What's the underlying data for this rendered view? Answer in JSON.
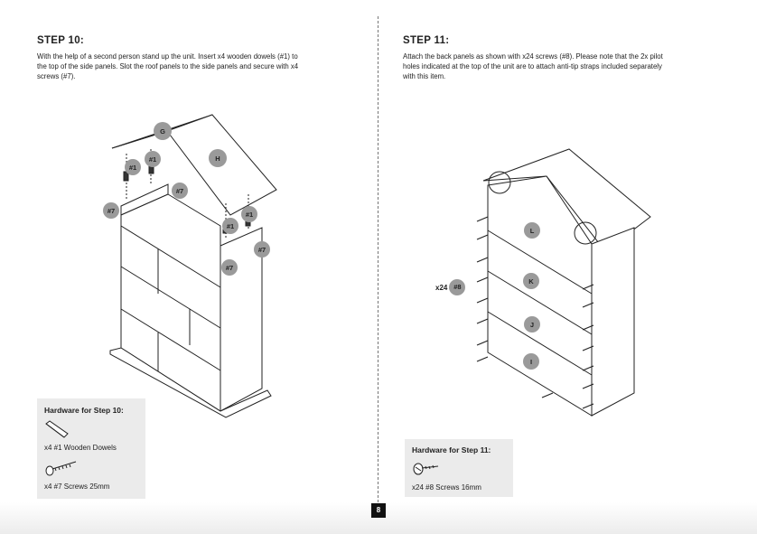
{
  "left": {
    "title": "STEP 10:",
    "text_lines": [
      "With the help of a second person stand up the unit. Insert x4 wooden dowels (#1) to",
      "the top of the side panels. Slot the roof panels to the side panels and secure with x4",
      "screws (#7)."
    ],
    "labels": {
      "g": "G",
      "h": "H",
      "d1": "#1",
      "s7": "#7"
    },
    "hardware": {
      "title": "Hardware for Step 10:",
      "item1": "x4 #1 Wooden Dowels",
      "item2": "x4 #7 Screws 25mm",
      "icon1": "wooden-dowel-icon",
      "icon2": "screw-25mm-icon"
    }
  },
  "right": {
    "title": "STEP 11:",
    "text_lines": [
      "Attach the back panels as shown with x24 screws (#8). Please note that  the 2x pilot",
      "holes indicated at the top of the unit are to attach anti-tip straps included separately",
      "with this item."
    ],
    "labels": {
      "l": "L",
      "k": "K",
      "j": "J",
      "i": "I",
      "qty": "x24",
      "s8": "#8"
    },
    "hardware": {
      "title": "Hardware for Step 11:",
      "item1": "x24 #8 Screws 16mm",
      "icon1": "screw-16mm-icon"
    }
  },
  "page_number": "8"
}
